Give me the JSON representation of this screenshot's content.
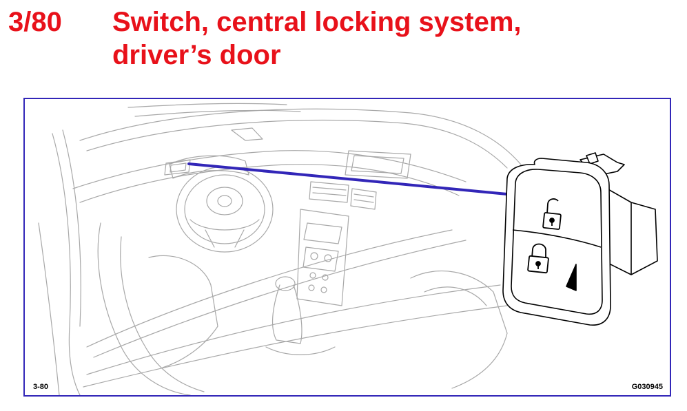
{
  "header": {
    "code": "3/80",
    "title_line1": "Switch, central locking system,",
    "title_line2": "driver’s door"
  },
  "figure": {
    "ref_left": "3-80",
    "ref_right": "G030945",
    "colors": {
      "title": "#e8111a",
      "frame": "#3226b8",
      "leader": "#3226b8",
      "line_art": "#a8a8a8",
      "switch_outline": "#000000"
    },
    "icons": [
      "car-interior-illustration",
      "central-locking-switch",
      "unlock-icon",
      "lock-icon"
    ]
  }
}
